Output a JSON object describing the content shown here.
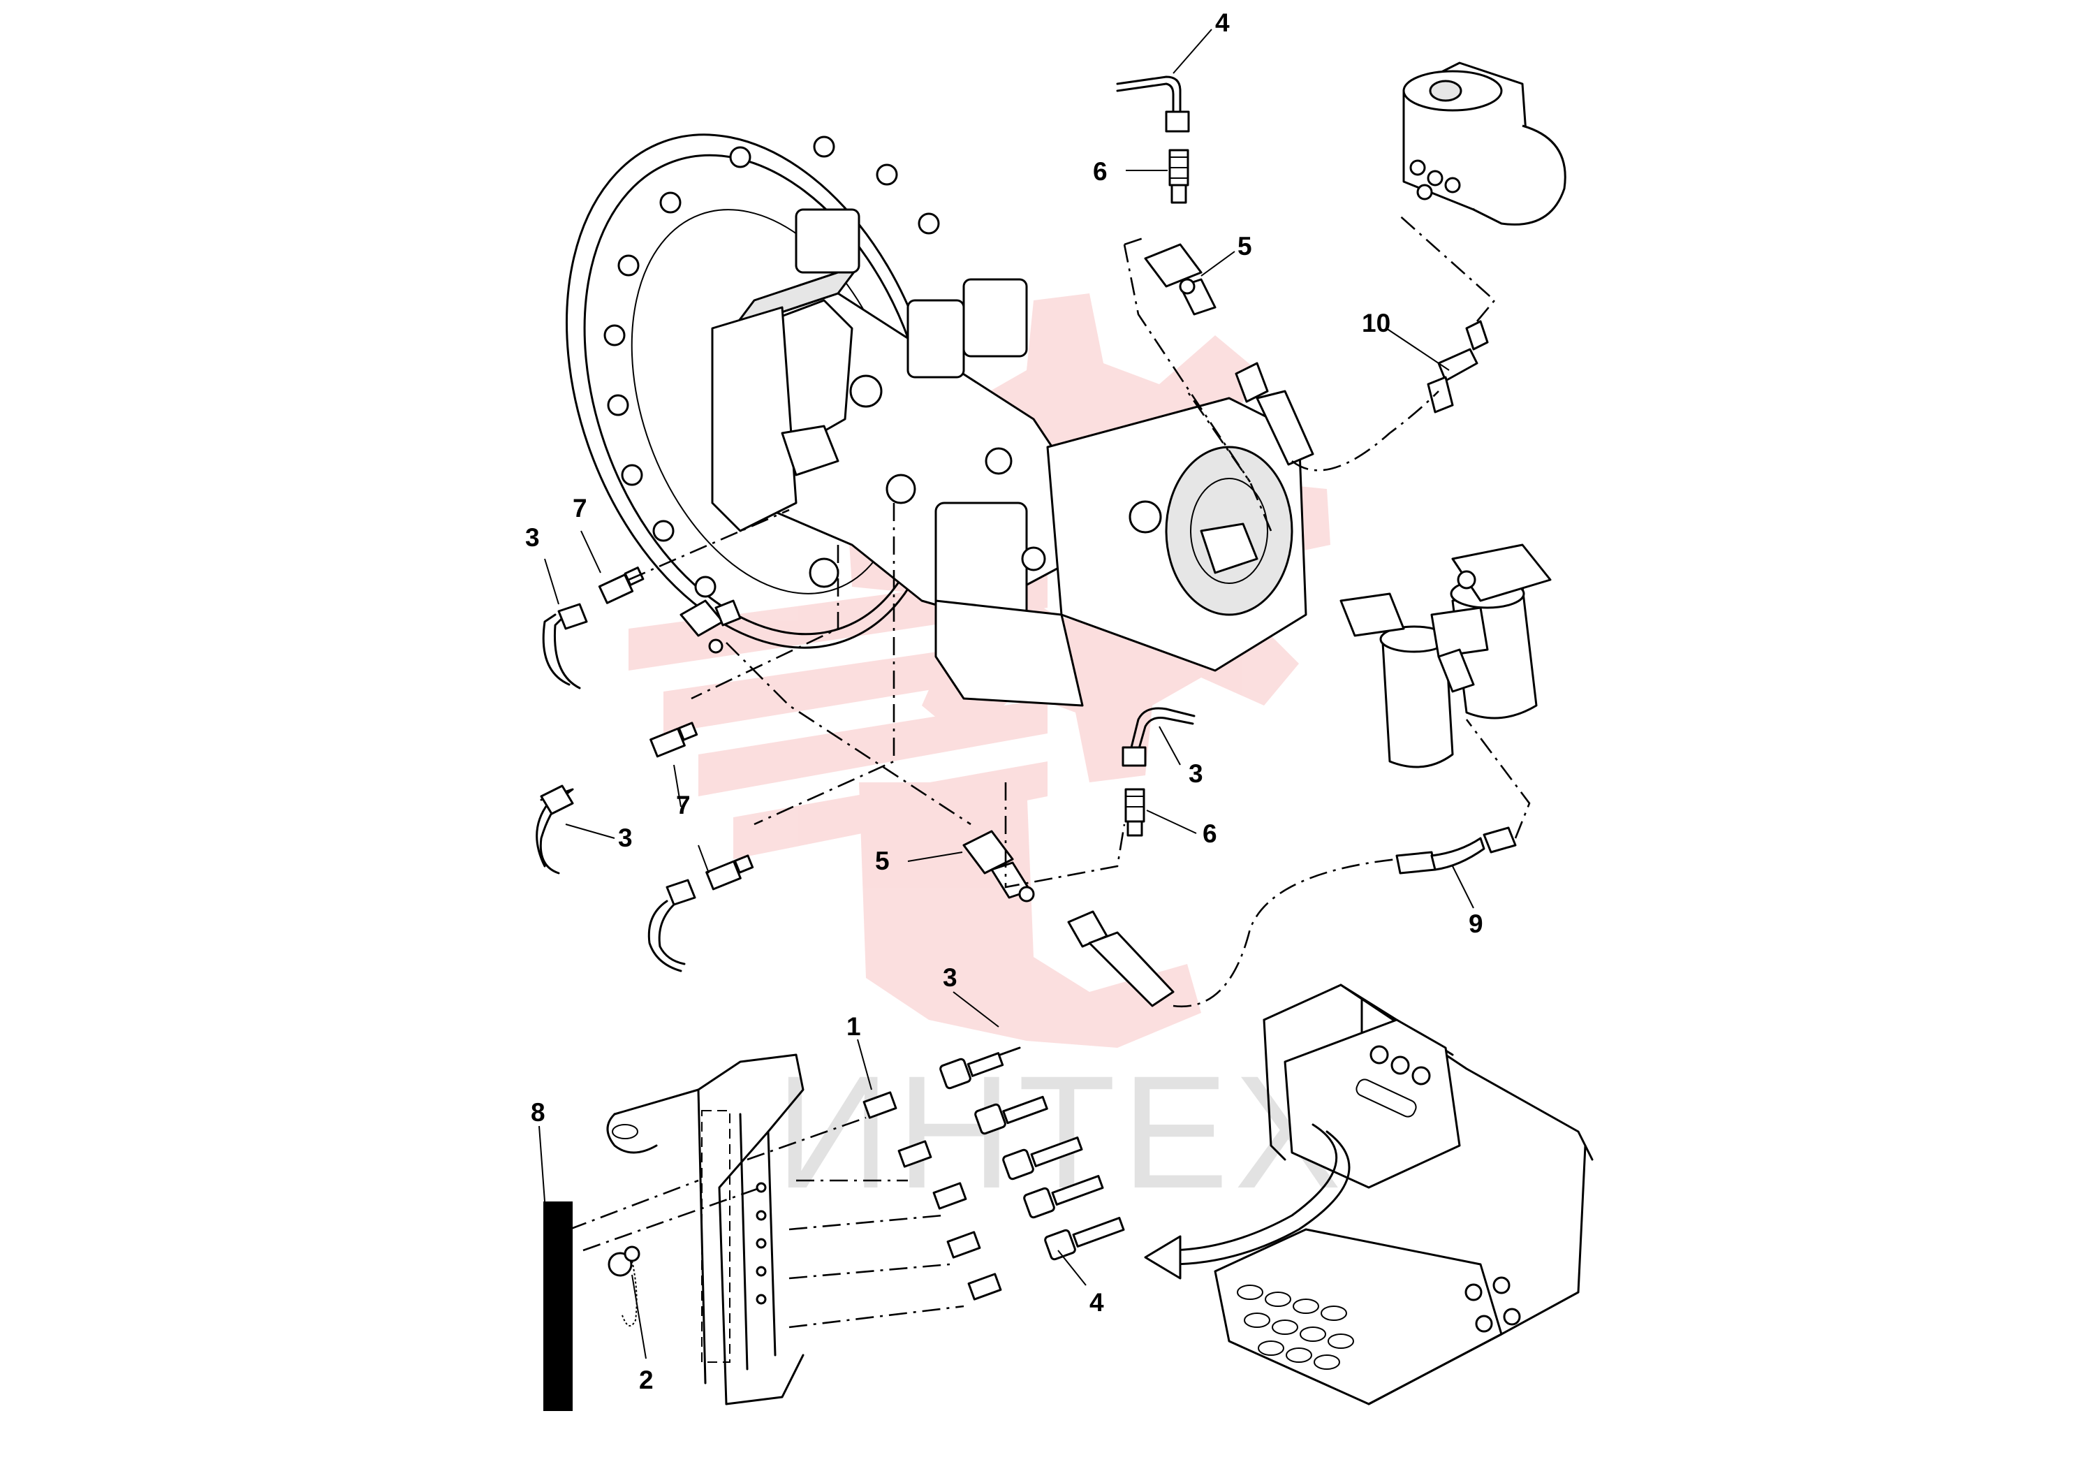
{
  "diagram": {
    "watermark": {
      "text": "ИНТЕХ",
      "accent": "#f28c8c"
    },
    "callouts": [
      {
        "id": "c4-top",
        "text": "4"
      },
      {
        "id": "c6-top",
        "text": "6"
      },
      {
        "id": "c5-top",
        "text": "5"
      },
      {
        "id": "c10",
        "text": "10"
      },
      {
        "id": "c7-upper",
        "text": "7"
      },
      {
        "id": "c3-upper",
        "text": "3"
      },
      {
        "id": "c3-mid",
        "text": "3"
      },
      {
        "id": "c6-mid",
        "text": "6"
      },
      {
        "id": "c7-lower",
        "text": "7"
      },
      {
        "id": "c3-lower",
        "text": "3"
      },
      {
        "id": "c5-mid",
        "text": "5"
      },
      {
        "id": "c9",
        "text": "9"
      },
      {
        "id": "c3-bottom",
        "text": "3"
      },
      {
        "id": "c1",
        "text": "1"
      },
      {
        "id": "c8",
        "text": "8"
      },
      {
        "id": "c4-bottom",
        "text": "4"
      },
      {
        "id": "c2",
        "text": "2"
      }
    ]
  }
}
